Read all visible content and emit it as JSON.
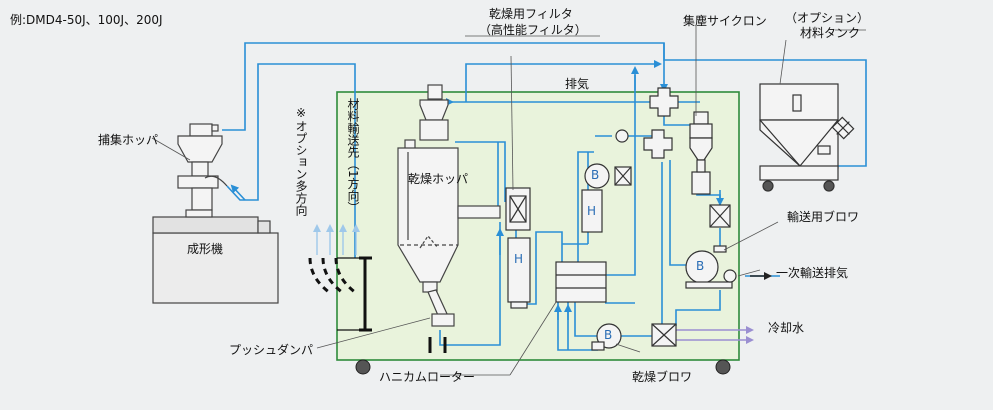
{
  "example_text": "例:DMD4-50J、100J、200J",
  "labels": {
    "capture_hopper": "捕集ホッパ",
    "molding_machine": "成形機",
    "option_multi": "※オプション多方向",
    "material_dest": "材料輸送先（1方向）",
    "drying_hopper": "乾燥ホッパ",
    "dry_filter_line1": "乾燥用フィルタ",
    "dry_filter_line2": "（高性能フィルタ）",
    "exhaust": "排気",
    "cyclone": "集塵サイクロン",
    "option_tank_line1": "（オプション）",
    "option_tank_line2": "材料タンク",
    "transport_blower": "輸送用ブロワ",
    "primary_exhaust": "一次輸送排気",
    "cooling_water": "冷却水",
    "dry_blower": "乾燥ブロワ",
    "honeycomb_rotor": "ハニカムローター",
    "push_damper": "プッシュダンパ"
  },
  "symbols": {
    "blower": "B",
    "heater": "H"
  },
  "colors": {
    "pipe": "#2a8fd6",
    "unit_fill": "#e9f3dc",
    "unit_border": "#2e8b3b",
    "equipment_stroke": "#333333",
    "cooling_arrow": "#9a8ed1"
  }
}
